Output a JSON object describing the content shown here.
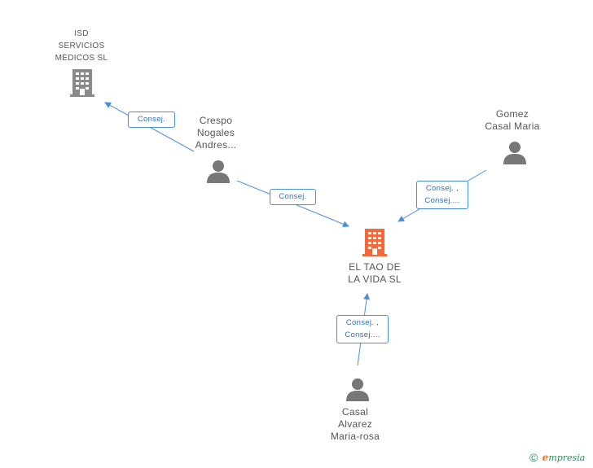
{
  "colors": {
    "edge": "#4a90d9",
    "company": "#8a8a8a",
    "company_focus": "#f26a3b",
    "person": "#777777"
  },
  "nodes": {
    "isd": {
      "label": "ISD\nSERVICIOS\nMEDICOS  SL",
      "icon": "building-icon"
    },
    "crespo": {
      "label": "Crespo\nNogales\nAndres...",
      "icon": "person-icon"
    },
    "gomez": {
      "label": "Gomez\nCasal Maria",
      "icon": "person-icon"
    },
    "tao": {
      "label": "EL TAO DE\nLA VIDA SL",
      "icon": "building-icon"
    },
    "casal": {
      "label": "Casal\nAlvarez\nMaria-rosa",
      "icon": "person-icon"
    }
  },
  "edges": {
    "crespo_isd": {
      "line1": "Consej."
    },
    "crespo_tao": {
      "line1": "Consej."
    },
    "gomez_tao": {
      "line1": "Consej. ,",
      "line2": "Consej...."
    },
    "casal_tao": {
      "line1": "Consej. ,",
      "line2": "Consej...."
    }
  },
  "footer": {
    "copyright": "©",
    "brand_first": "e",
    "brand_rest": "mpresia"
  }
}
